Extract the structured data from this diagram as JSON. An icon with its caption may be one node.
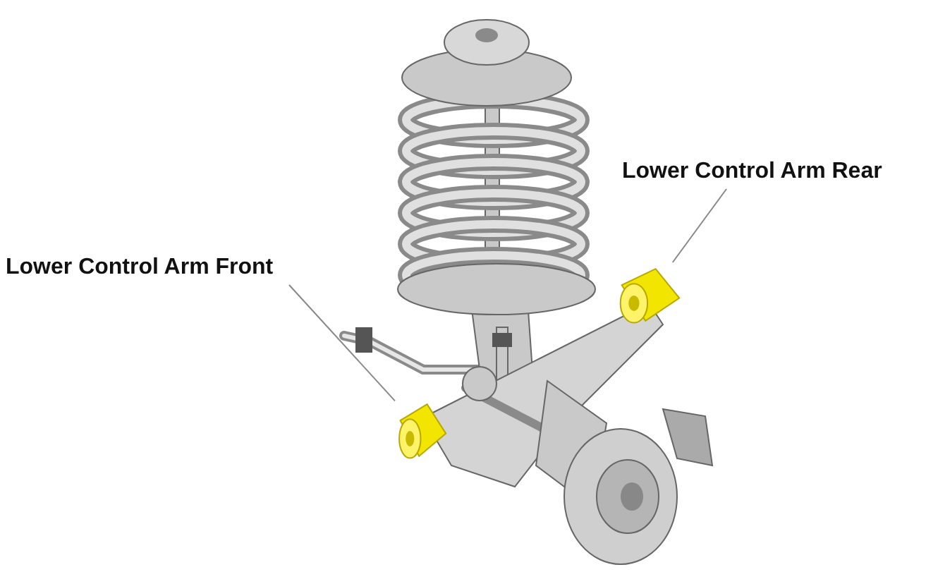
{
  "diagram": {
    "nodes": [
      {
        "text": [
          "Lower Control Arm Rear"
        ]
      },
      {
        "text": [
          "Lower Control Arm Front"
        ]
      },
      {
        "text": [],
        "shape": "cylinder"
      },
      {
        "text": [],
        "shape": "cylinder"
      }
    ],
    "edges": [
      {
        "from": 0,
        "to": 2,
        "arrow": "none"
      },
      {
        "from": 1,
        "to": 3,
        "arrow": "none"
      }
    ]
  }
}
